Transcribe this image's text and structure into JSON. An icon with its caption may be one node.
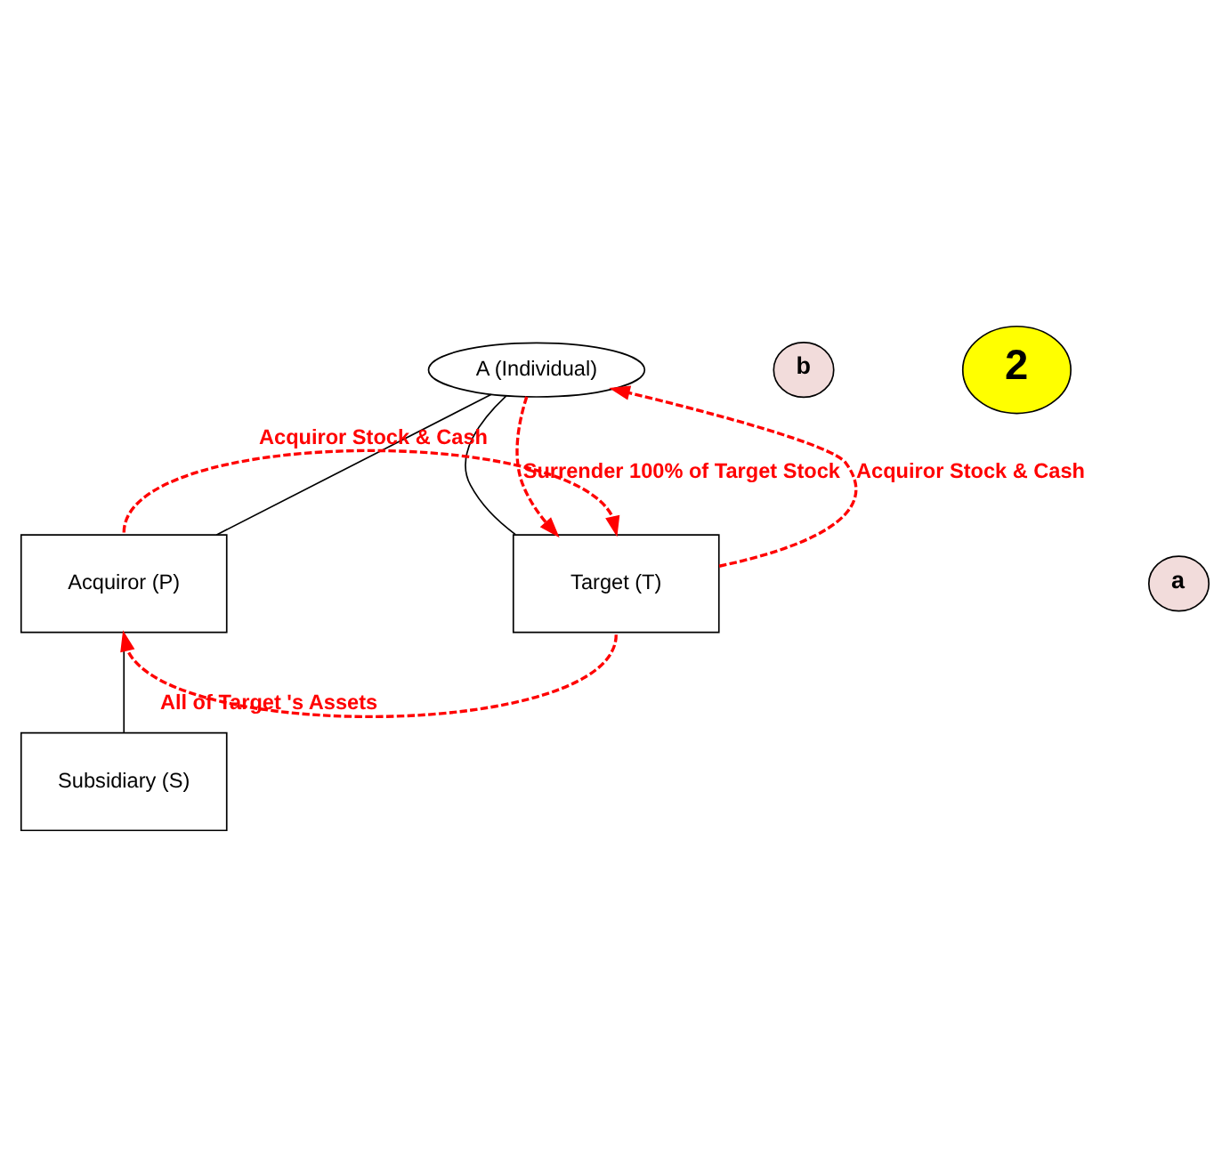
{
  "diagram": {
    "nodes": [
      {
        "text": [
          "A (Individual)"
        ]
      },
      {
        "text": [
          "Acquiror (P)"
        ]
      },
      {
        "text": [
          "Target (T)"
        ]
      },
      {
        "text": [
          "Subsidiary (S)"
        ]
      },
      {
        "text": [
          "2"
        ]
      },
      {
        "text": [
          "b"
        ]
      },
      {
        "text": [
          "a"
        ]
      }
    ],
    "edges": [
      {
        "from": 0,
        "to": 1,
        "arrow": "none",
        "color": "#000000"
      },
      {
        "from": 0,
        "to": 2,
        "arrow": "none",
        "color": "#000000"
      },
      {
        "from": 1,
        "to": 3,
        "arrow": "none",
        "color": "#000000"
      },
      {
        "from": 1,
        "to": 2,
        "arrow": "to",
        "label": "Acquiror Stock & Cash",
        "style": "dashed",
        "color": "#ff0000"
      },
      {
        "from": 2,
        "to": 1,
        "arrow": "to",
        "label": "All of Target 's Assets",
        "style": "dashed",
        "color": "#ff0000"
      },
      {
        "from": 2,
        "to": 0,
        "arrow": "to",
        "label": "Acquiror Stock & Cash",
        "style": "dashed",
        "color": "#ff0000"
      },
      {
        "from": 0,
        "to": 2,
        "arrow": "to",
        "label": "Surrender 100% of Target Stock",
        "style": "dashed",
        "color": "#ff0000"
      }
    ]
  }
}
